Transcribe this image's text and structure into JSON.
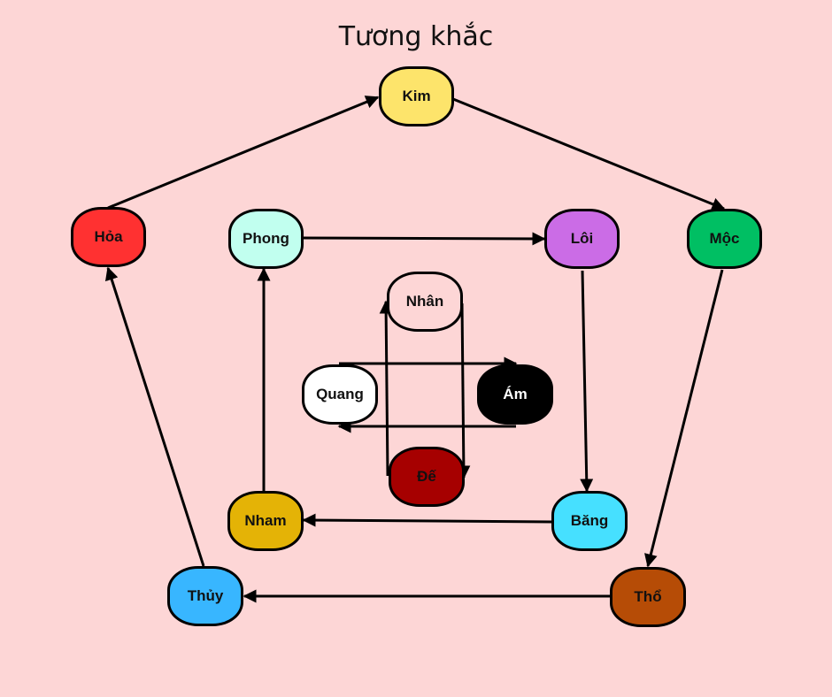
{
  "title": "Tương khắc",
  "nodes": {
    "kim": {
      "label": "Kim",
      "color": "#fde46b",
      "text_color": "#111111"
    },
    "moc": {
      "label": "Mộc",
      "color": "#00bf63",
      "text_color": "#111111"
    },
    "tho": {
      "label": "Thổ",
      "color": "#b64c06",
      "text_color": "#111111"
    },
    "thuy": {
      "label": "Thủy",
      "color": "#38b6ff",
      "text_color": "#111111"
    },
    "hoa": {
      "label": "Hỏa",
      "color": "#ff3131",
      "text_color": "#111111"
    },
    "phong": {
      "label": "Phong",
      "color": "#c1ffef",
      "text_color": "#111111"
    },
    "loi": {
      "label": "Lôi",
      "color": "#cb6ce6",
      "text_color": "#111111"
    },
    "bang": {
      "label": "Băng",
      "color": "#46e0ff",
      "text_color": "#111111"
    },
    "nham": {
      "label": "Nham",
      "color": "#e4b306",
      "text_color": "#111111"
    },
    "nhan": {
      "label": "Nhân",
      "color": "#fdd6d6",
      "text_color": "#111111"
    },
    "am": {
      "label": "Ám",
      "color": "#000000",
      "text_color": "#ffffff"
    },
    "de": {
      "label": "Đế",
      "color": "#a60000",
      "text_color": "#111111"
    },
    "quang": {
      "label": "Quang",
      "color": "#ffffff",
      "text_color": "#111111"
    }
  },
  "edges": [
    {
      "from": "Kim",
      "to": "Mộc"
    },
    {
      "from": "Mộc",
      "to": "Thổ"
    },
    {
      "from": "Thổ",
      "to": "Thủy"
    },
    {
      "from": "Thủy",
      "to": "Hỏa"
    },
    {
      "from": "Hỏa",
      "to": "Kim"
    },
    {
      "from": "Phong",
      "to": "Lôi"
    },
    {
      "from": "Lôi",
      "to": "Băng"
    },
    {
      "from": "Băng",
      "to": "Nham"
    },
    {
      "from": "Nham",
      "to": "Phong"
    },
    {
      "from": "Quang",
      "to": "Ám"
    },
    {
      "from": "Ám",
      "to": "Quang"
    },
    {
      "from": "Nhân",
      "to": "Đế"
    },
    {
      "from": "Đế",
      "to": "Nhân"
    }
  ],
  "line_color": "#000000"
}
